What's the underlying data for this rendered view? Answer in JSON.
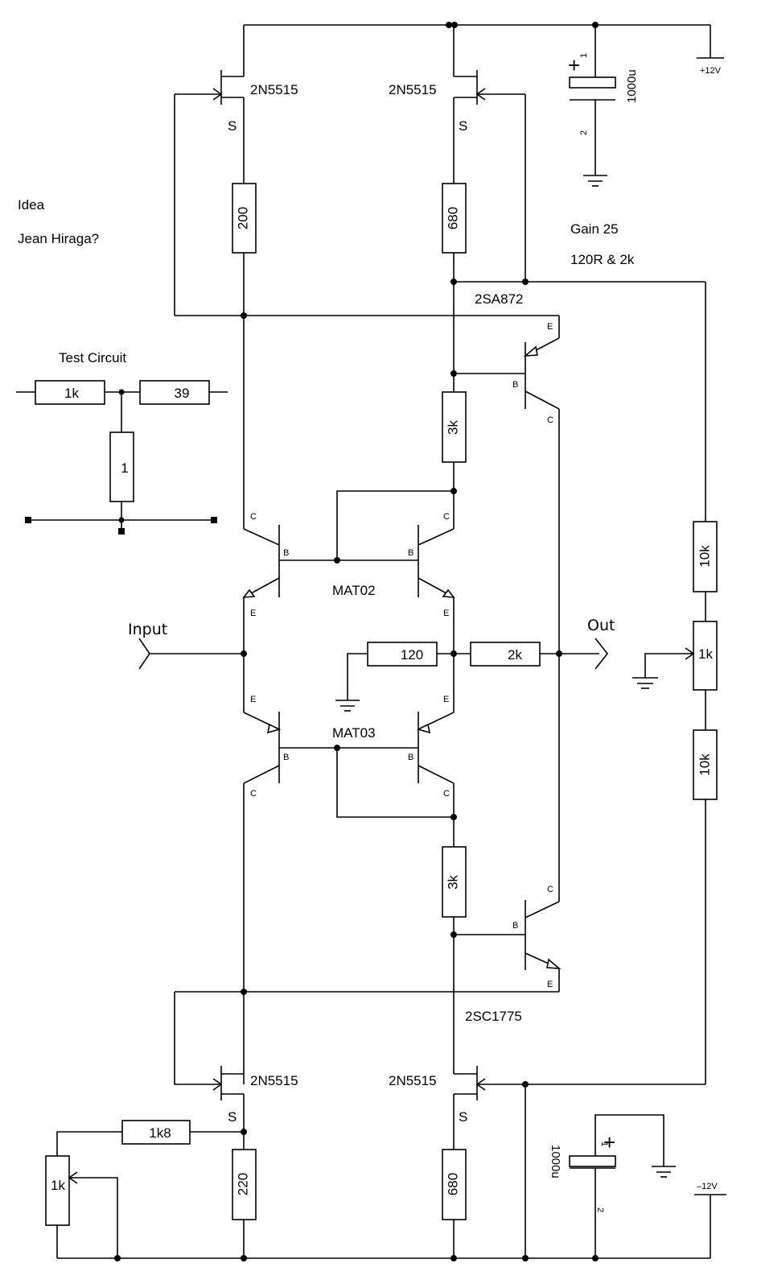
{
  "notes": {
    "idea": "Idea",
    "author": "Jean Hiraga?",
    "gain": "Gain 25",
    "gain_detail": "120R & 2k"
  },
  "test_circuit": {
    "title": "Test Circuit",
    "r_left": "1k",
    "r_right": "39",
    "r_shunt": "1"
  },
  "power": {
    "pos_label": "+12V",
    "neg_label": "–12V",
    "cap_top": "1000u",
    "cap_bottom": "1000u",
    "pin1": "1",
    "pin2": "2",
    "plus": "+"
  },
  "jfets": {
    "top_left": "2N5515",
    "top_right": "2N5515",
    "bottom_left": "2N5515",
    "bottom_right": "2N5515",
    "source_pin": "S"
  },
  "resistors": {
    "r_200": "200",
    "r_680_top": "680",
    "r_3k_top": "3k",
    "r_3k_bottom": "3k",
    "r_120": "120",
    "r_2k": "2k",
    "r_10k_top": "10k",
    "r_1k_pot": "1k",
    "r_10k_bottom": "10k",
    "r_1k8": "1k8",
    "r_1k_left": "1k",
    "r_220": "220",
    "r_680_bottom": "680"
  },
  "transistors": {
    "pnp_top": "2SA872",
    "npn_bottom": "2SC1775",
    "pair_top": "MAT02",
    "pair_bottom": "MAT03",
    "pin_c": "C",
    "pin_b": "B",
    "pin_e": "E"
  },
  "io": {
    "input": "Input",
    "output": "Out"
  }
}
